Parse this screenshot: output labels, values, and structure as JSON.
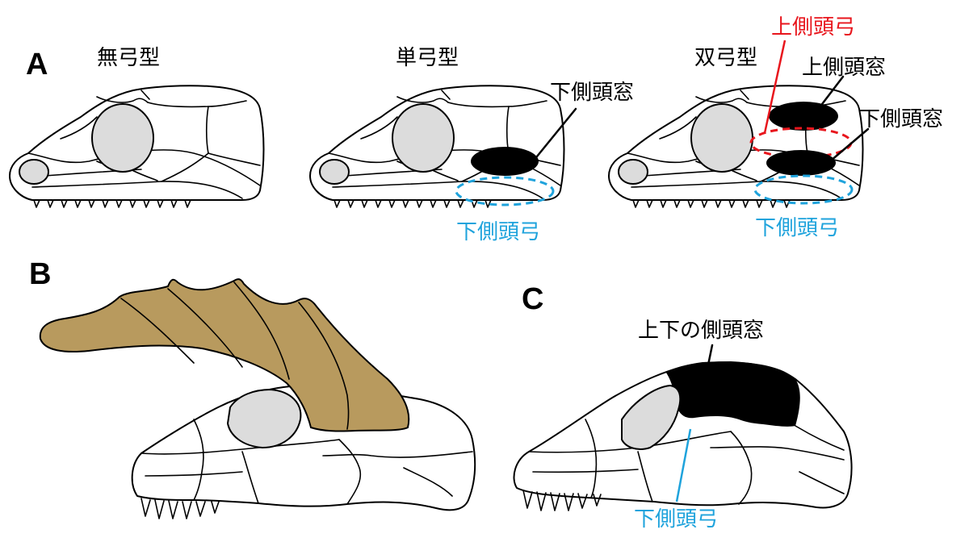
{
  "panels": {
    "A": {
      "letter": "A",
      "types": {
        "anapsid": "無弓型",
        "synapsid": "単弓型",
        "diapsid": "双弓型"
      },
      "labels": {
        "synapsid_lower_fenestra": "下側頭窓",
        "synapsid_lower_arch": "下側頭弓",
        "diapsid_upper_arch": "上側頭弓",
        "diapsid_upper_fenestra": "上側頭窓",
        "diapsid_lower_fenestra": "下側頭窓",
        "diapsid_lower_arch": "下側頭弓"
      }
    },
    "B": {
      "letter": "B"
    },
    "C": {
      "letter": "C",
      "labels": {
        "fenestrae": "上下の側頭窓",
        "lower_arch": "下側頭弓"
      }
    }
  },
  "colors": {
    "fenestra": "#000000",
    "upper_arch": "#e8161d",
    "lower_arch": "#1fa3dc",
    "orbit": "#dcdcdc",
    "crest": "#b89a5e"
  }
}
